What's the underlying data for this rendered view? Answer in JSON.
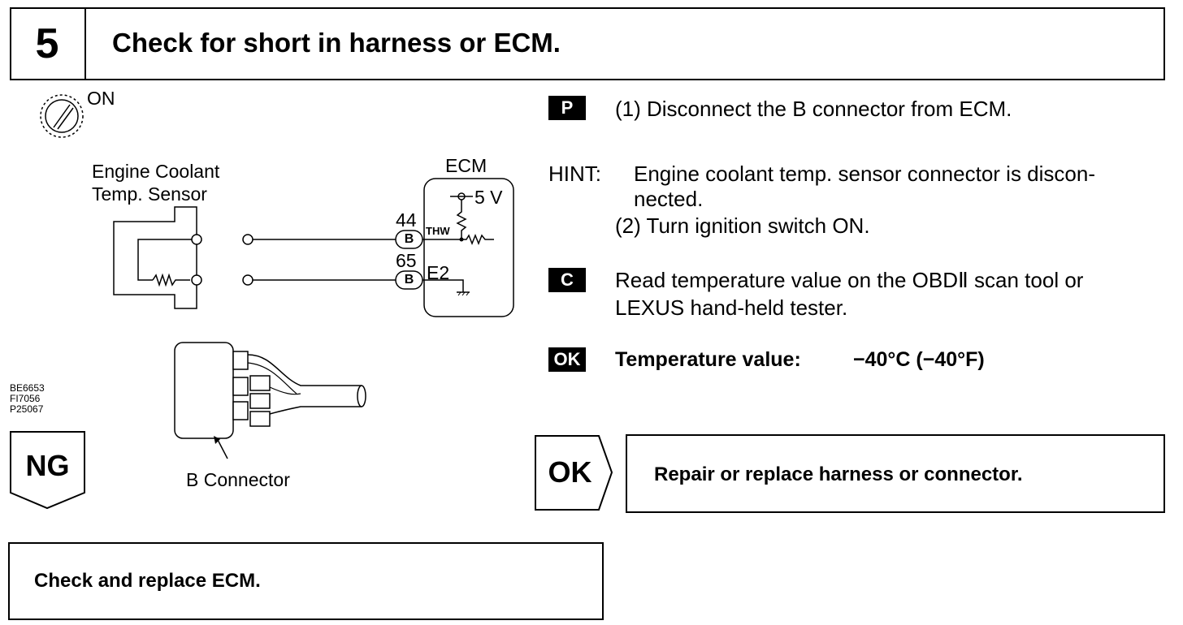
{
  "step": {
    "number": "5",
    "title": "Check for short in harness or ECM."
  },
  "ignition": {
    "label": "ON",
    "icon": "ignition-switch-icon"
  },
  "diagram": {
    "sensor_label_1": "Engine Coolant",
    "sensor_label_2": "Temp. Sensor",
    "ecm_label": "ECM",
    "voltage_label": "5 V",
    "pin_44": "44",
    "pin_65": "65",
    "connector_letter": "B",
    "thw_label": "THW",
    "e2_label": "E2",
    "connector_label": "B Connector",
    "figure_codes": [
      "BE6653",
      "FI7056",
      "P25067"
    ]
  },
  "procedure": {
    "p_badge": "P",
    "step1": "(1) Disconnect the B connector from ECM.",
    "hint_label": "HINT:",
    "hint_line1": "Engine coolant temp. sensor connector is discon-",
    "hint_line2": "nected.",
    "step2": "(2) Turn ignition switch ON.",
    "c_badge": "C",
    "check_line1": "Read temperature value on the OBDⅡ scan tool or",
    "check_line2": "LEXUS hand-held tester.",
    "ok_badge": "OK",
    "spec_label": "Temperature value:",
    "spec_value": "−40°C (−40°F)"
  },
  "results": {
    "ok_label": "OK",
    "ok_action": "Repair or replace harness or connector.",
    "ng_label": "NG",
    "ng_action": "Check and replace ECM."
  }
}
